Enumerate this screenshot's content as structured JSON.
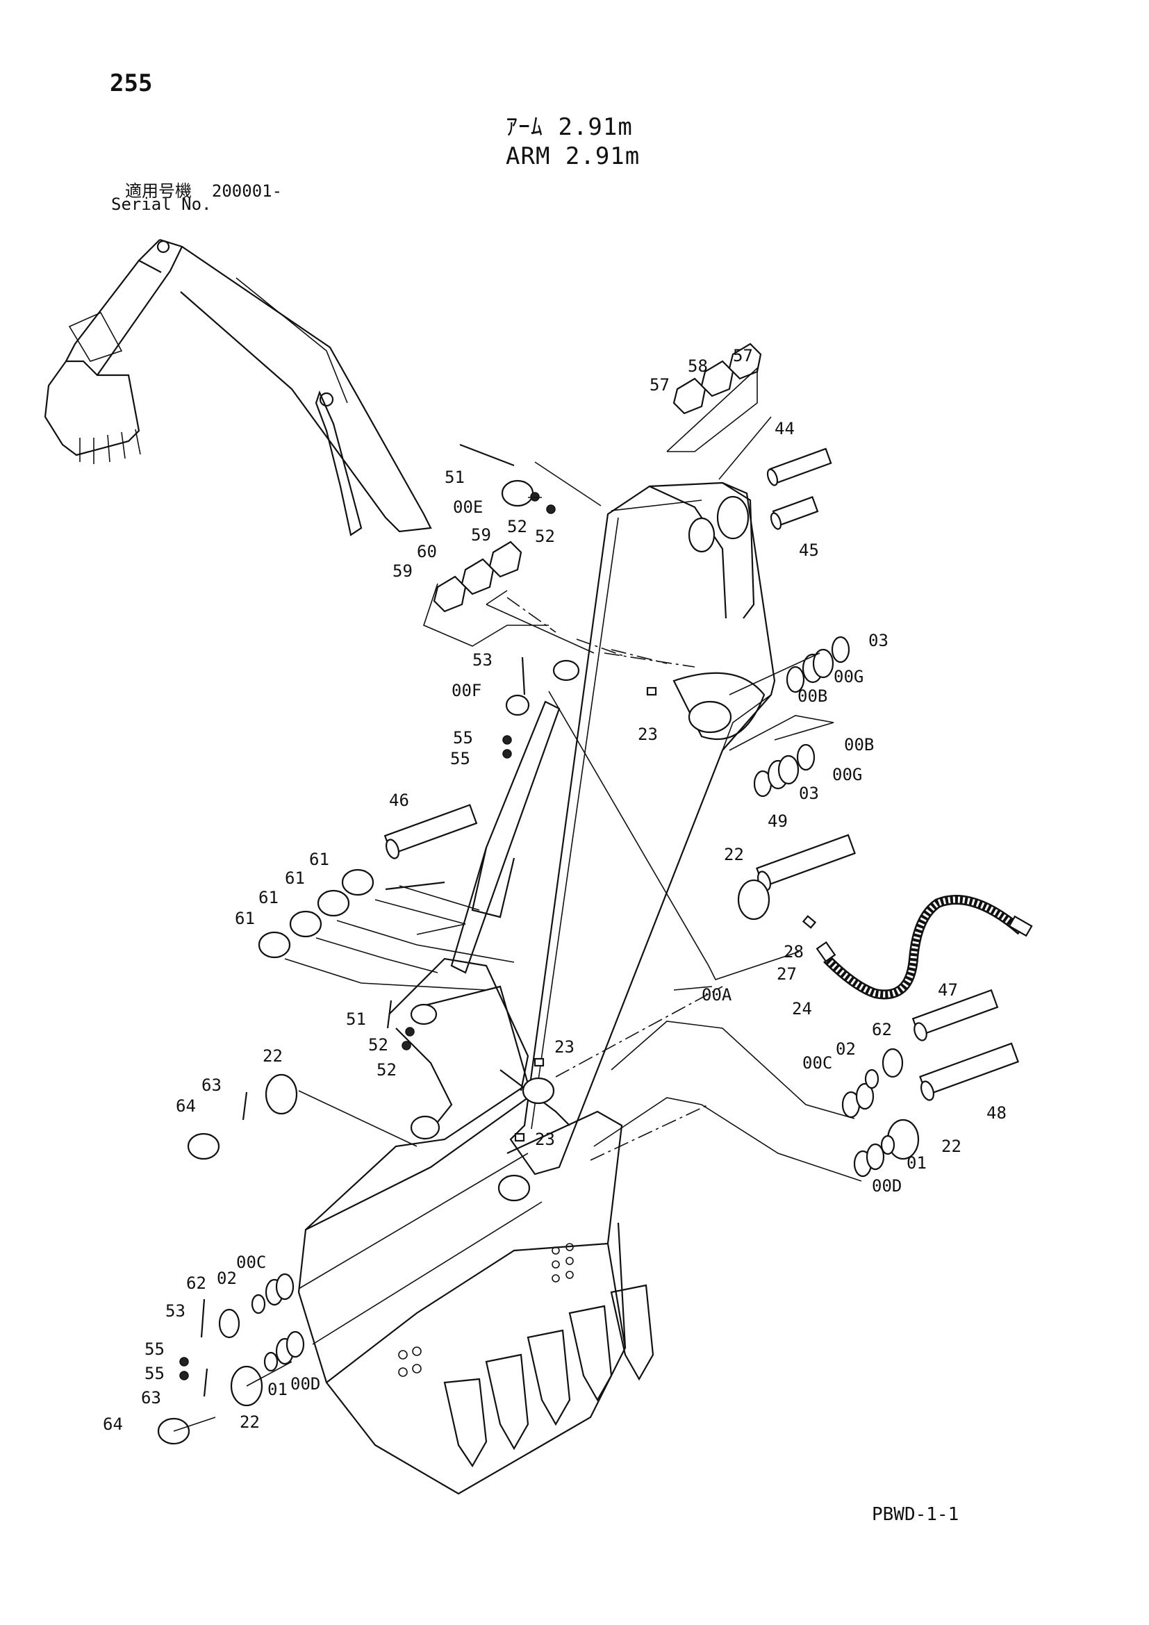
{
  "page_number": "255",
  "title_jp": "ｱｰﾑ 2.91m",
  "title_en": "ARM 2.91m",
  "serial_label_jp": "適用号機",
  "serial_value": "200001-",
  "serial_label_en": "Serial No.",
  "document_code": "PBWD-1-1",
  "callouts": {
    "c57a": "57",
    "c58": "58",
    "c57b": "57",
    "c44": "44",
    "c45": "45",
    "c51a": "51",
    "c00E": "00E",
    "c52a": "52",
    "c52b": "52",
    "c59a": "59",
    "c60": "60",
    "c59b": "59",
    "c03a": "03",
    "c00Ga": "00G",
    "c00Ba": "00B",
    "c53a": "53",
    "c00F": "00F",
    "c55a": "55",
    "c55b": "55",
    "c23a": "23",
    "c00Bb": "00B",
    "c00Gb": "00G",
    "c03b": "03",
    "c46": "46",
    "c49": "49",
    "c22a": "22",
    "c61a": "61",
    "c61b": "61",
    "c61c": "61",
    "c61d": "61",
    "c28": "28",
    "c27": "27",
    "c24": "24",
    "c00A": "00A",
    "c51b": "51",
    "c52c": "52",
    "c52d": "52",
    "c23b": "23",
    "c23c": "23",
    "c47": "47",
    "c00Ca": "00C",
    "c02a": "02",
    "c62a": "62",
    "c48": "48",
    "c22b": "22",
    "c01a": "01",
    "c00Da": "00D",
    "c63a": "63",
    "c22c": "22",
    "c64a": "64",
    "c00Cb": "00C",
    "c02b": "02",
    "c62b": "62",
    "c53b": "53",
    "c55c": "55",
    "c55d": "55",
    "c63b": "63",
    "c01b": "01",
    "c00Db": "00D",
    "c22d": "22",
    "c64b": "64"
  }
}
